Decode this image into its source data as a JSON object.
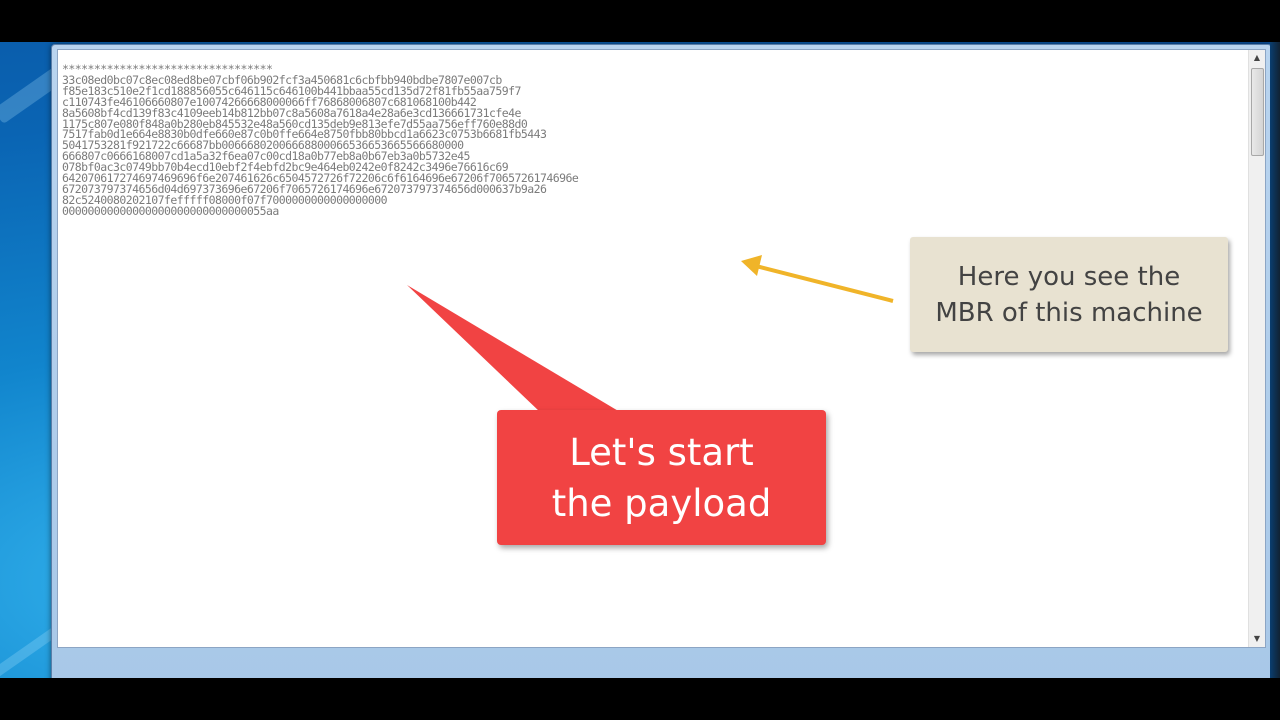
{
  "editor": {
    "lines": [
      "*********************************",
      "33c08ed0bc07c8ec08ed8be07cbf06b902fcf3a450681c6cbfbb940bdbe7807e007cb",
      "f85e183c510e2f1cd188856055c646115c646100b441bbaa55cd135d72f81fb55aa759f7",
      "c110743fe46106660807e10074266668000066ff76868006807c681068100b442",
      "8a5608bf4cd139f83c4109eeb14b812bb07c8a5608a7618a4e28a6e3cd136661731cfe4e",
      "1175c807e080f848a0b280eb845532e48a560cd135deb9e813efe7d55aa756eff760e88d0",
      "7517fab0d1e664e8830b0dfe660e87c0b0ffe664e8750fbb80bbcd1a6623c0753b6681fb5443",
      "5041753281f921722c66687bb00666802006668800066536653665566680000",
      "666807c0666168007cd1a5a32f6ea07c00cd18a0b77eb8a0b67eb3a0b5732e45",
      "078bf0ac3c0749bb70b4ecd10ebf2f4ebfd2bc9e464eb0242e0f8242c3496e76616c69",
      "642070617274697469696f6e207461626c6504572726f72206c6f6164696e67206f7065726174696e",
      "672073797374656d04d697373696e67206f7065726174696e672073797374656d000637b9a26",
      "82c5240080202107fefffff08000f07f7000000000000000000",
      "00000000000000000000000000000055aa"
    ]
  },
  "callouts": {
    "info": [
      "Here you see the",
      "MBR of this machine"
    ],
    "action": [
      "Let's start",
      "the payload"
    ]
  },
  "colors": {
    "action_bg": "#f14343",
    "info_bg": "#e8e2d1",
    "arrow": "#f0b429"
  },
  "icons": {
    "scroll_up": "▲",
    "scroll_down": "▼"
  }
}
